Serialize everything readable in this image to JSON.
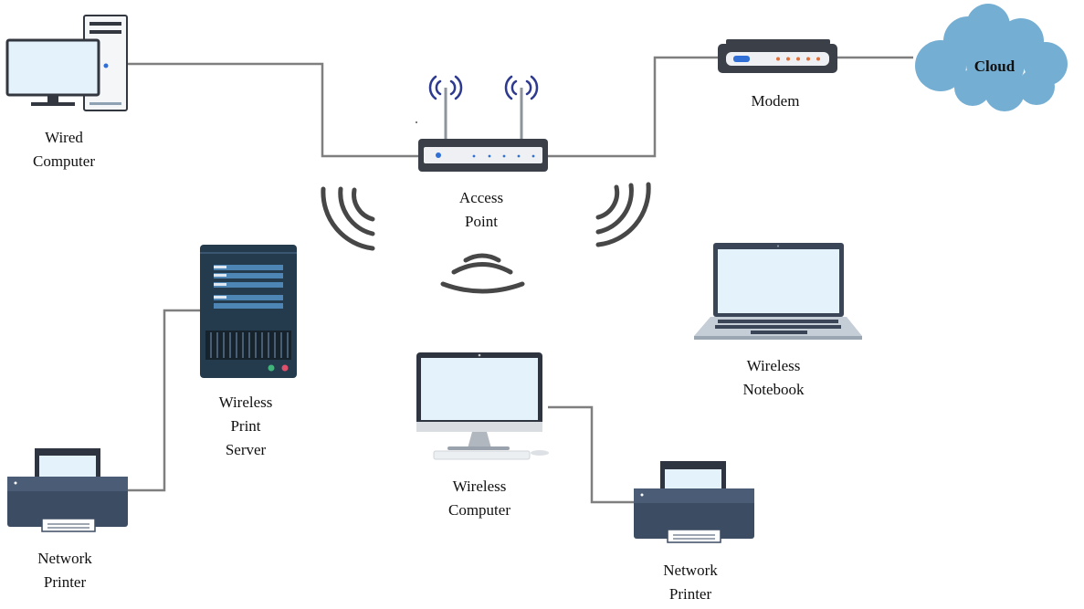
{
  "nodes": {
    "wired_computer": {
      "lines": [
        "Wired",
        "Computer"
      ]
    },
    "access_point": {
      "lines": [
        "Access",
        "Point"
      ]
    },
    "modem": {
      "lines": [
        "Modem"
      ]
    },
    "cloud": {
      "label": "Cloud"
    },
    "print_server": {
      "lines": [
        "Wireless",
        "Print",
        "Server"
      ]
    },
    "wireless_notebook": {
      "lines": [
        "Wireless",
        "Notebook"
      ]
    },
    "wireless_computer": {
      "lines": [
        "Wireless",
        "Computer"
      ]
    },
    "network_printer_left": {
      "lines": [
        "Network",
        "Printer"
      ]
    },
    "network_printer_right": {
      "lines": [
        "Network",
        "Printer"
      ]
    }
  },
  "colors": {
    "cable": "#7f7f7f",
    "device_dark": "#3b3f48",
    "screen": "#e3f2fb",
    "server_body": "#243b4e",
    "printer_body": "#3c4c63",
    "cloud": "#74aed3",
    "signal": "#4a4a4a",
    "modem_led_blue": "#2f6fd6",
    "modem_led_orange": "#e0703a"
  }
}
